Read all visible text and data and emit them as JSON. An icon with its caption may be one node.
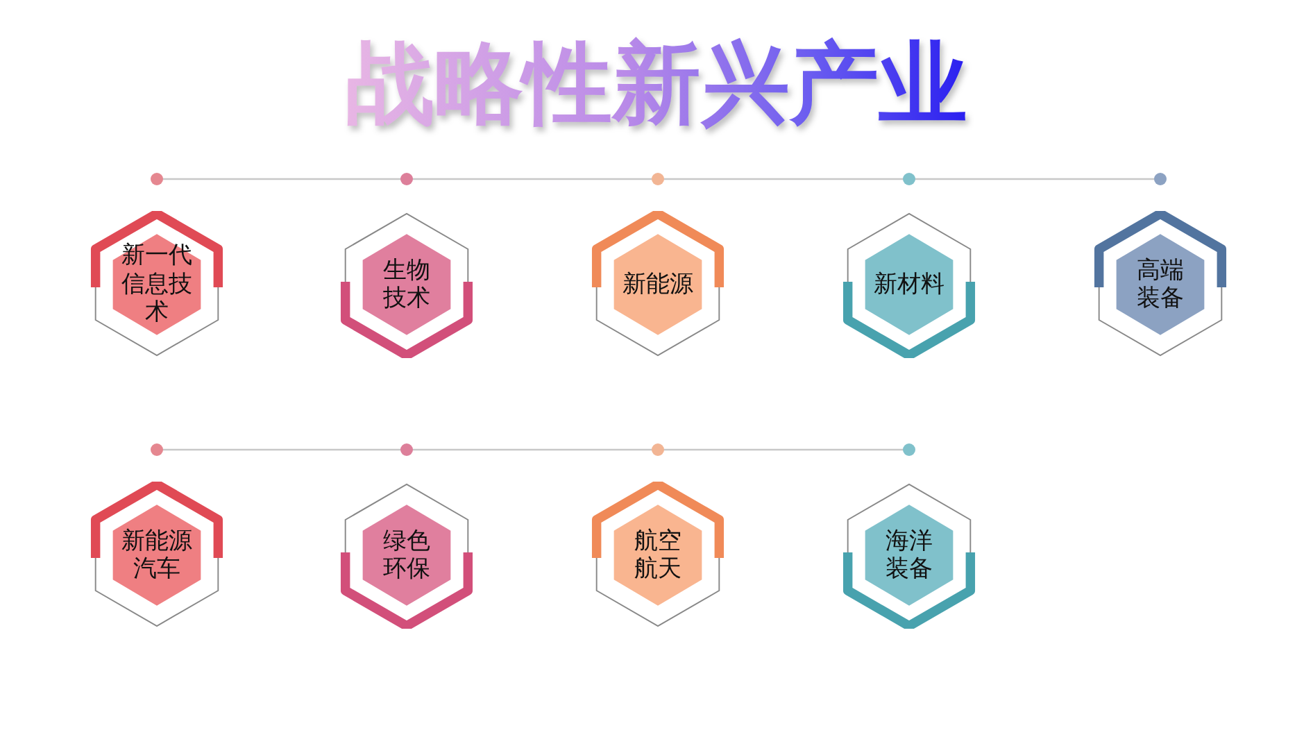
{
  "diagram": {
    "title": "战略性新兴产业",
    "nodes": [
      {
        "text": [
          "新一代信息技术"
        ]
      },
      {
        "text": [
          "生物技术"
        ]
      },
      {
        "text": [
          "新能源"
        ]
      },
      {
        "text": [
          "新材料"
        ]
      },
      {
        "text": [
          "高端装备"
        ]
      },
      {
        "text": [
          "新能源汽车"
        ]
      },
      {
        "text": [
          "绿色环保"
        ]
      },
      {
        "text": [
          "航空航天"
        ]
      },
      {
        "text": [
          "海洋装备"
        ]
      }
    ]
  }
}
